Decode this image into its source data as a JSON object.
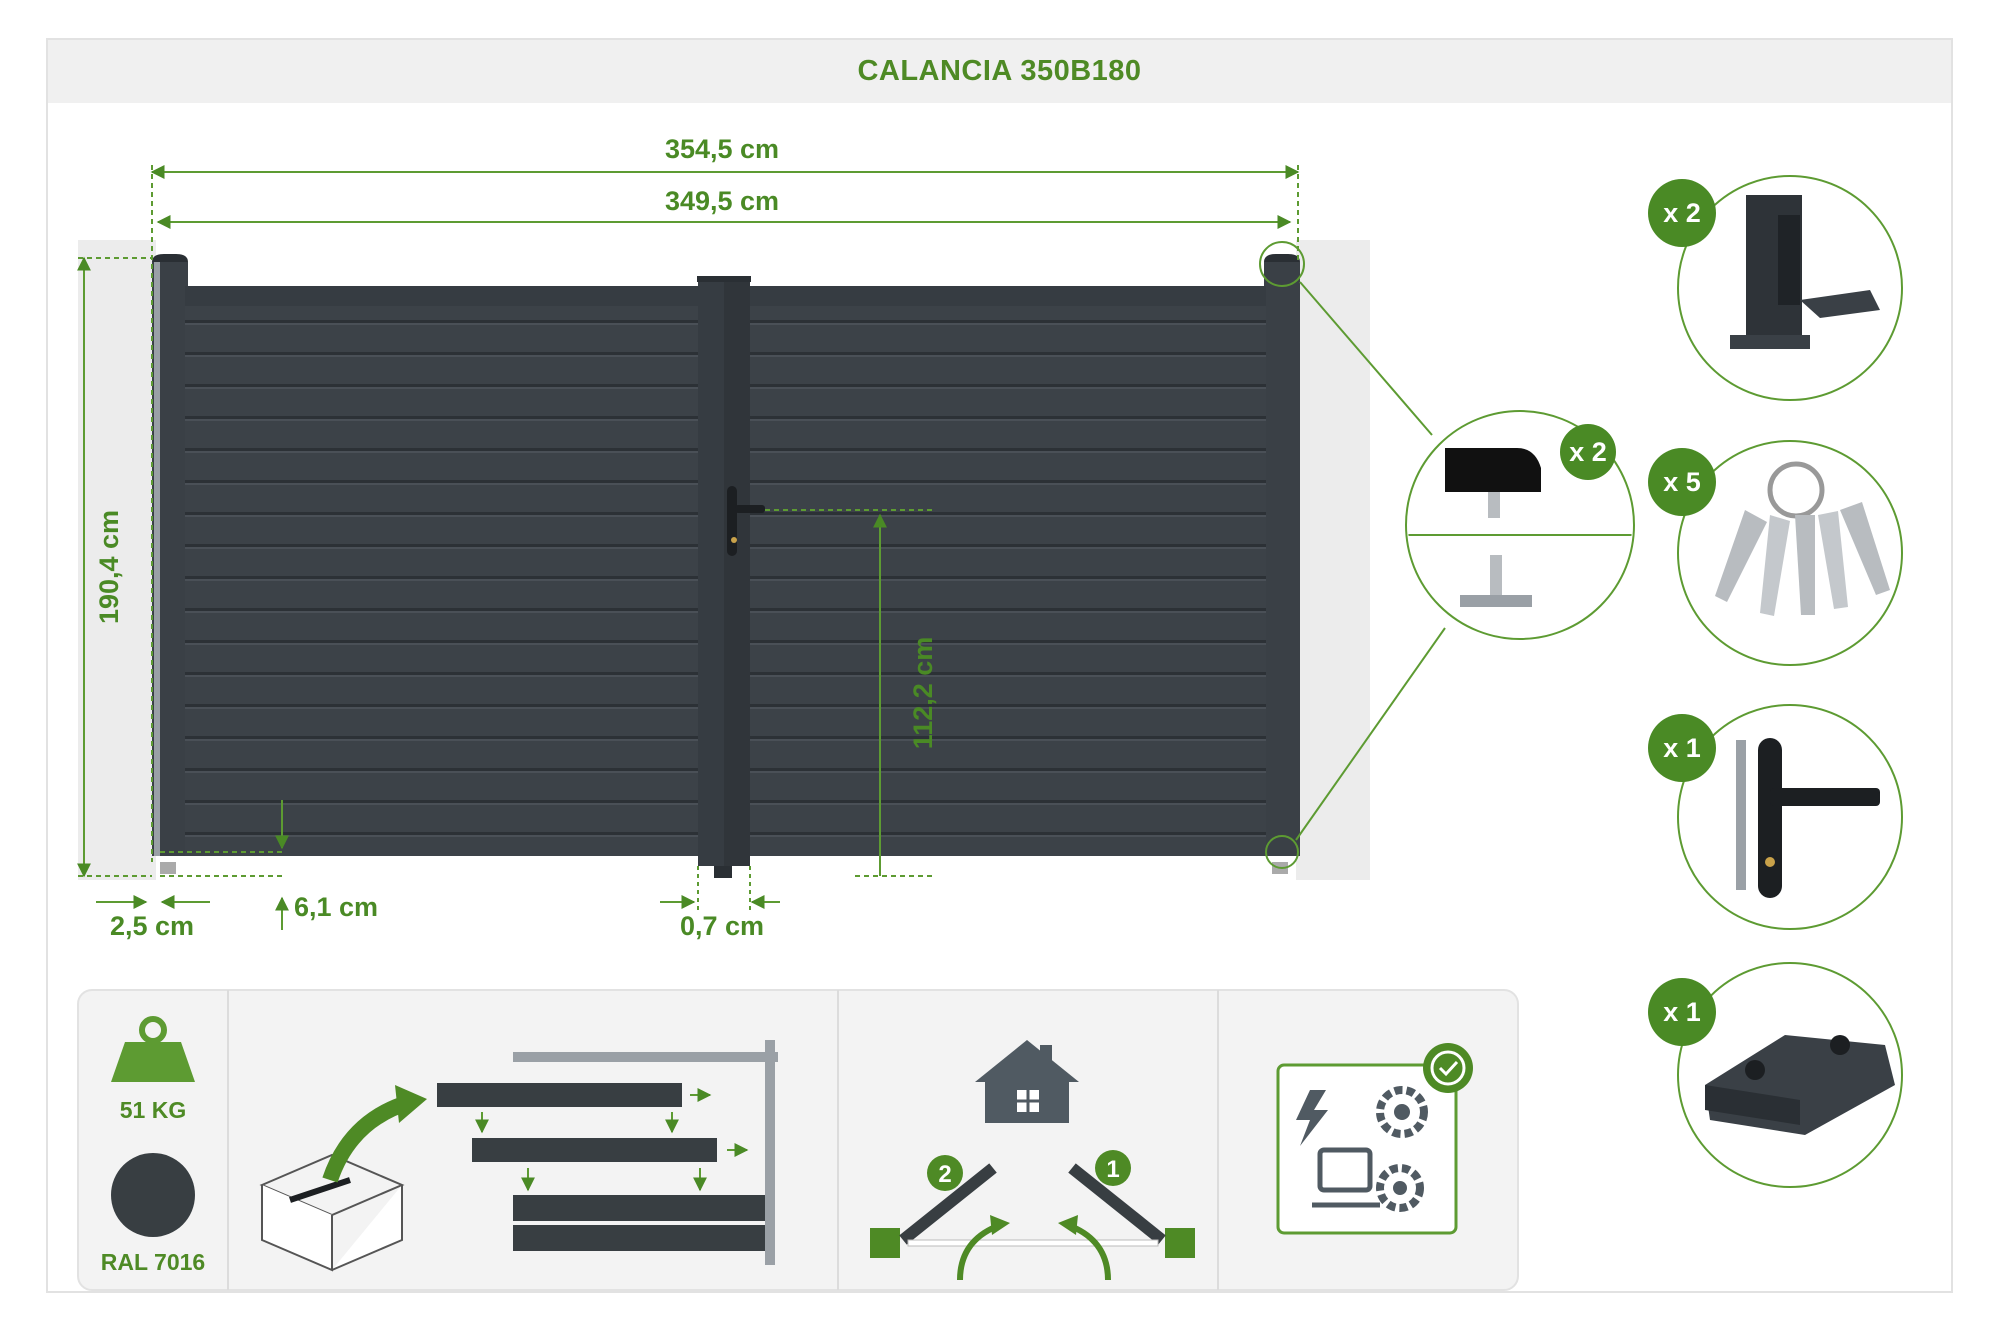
{
  "product": {
    "title": "CALANCIA 350B180"
  },
  "dimensions": {
    "overall_width": "354,5 cm",
    "leaf_width": "349,5 cm",
    "height": "190,4 cm",
    "handle_height": "112,2 cm",
    "ground_clearance": "6,1 cm",
    "side_gap": "2,5 cm",
    "center_gap": "0,7 cm"
  },
  "accessories": [
    {
      "name": "gate-stop-latch",
      "quantity": "x 2"
    },
    {
      "name": "keys",
      "quantity": "x 5"
    },
    {
      "name": "handle-lock",
      "quantity": "x 1"
    },
    {
      "name": "center-stop",
      "quantity": "x 1"
    }
  ],
  "hinge_detail": {
    "quantity": "x 2"
  },
  "specs": {
    "weight_label": "51 KG",
    "color_label": "RAL 7016",
    "color_hex": "#383e42"
  },
  "install_steps": {
    "step1": "1",
    "step2": "2"
  },
  "colors": {
    "accent": "#4e8a25",
    "gate": "#383e42",
    "panel_bg": "#f3f3f3"
  }
}
